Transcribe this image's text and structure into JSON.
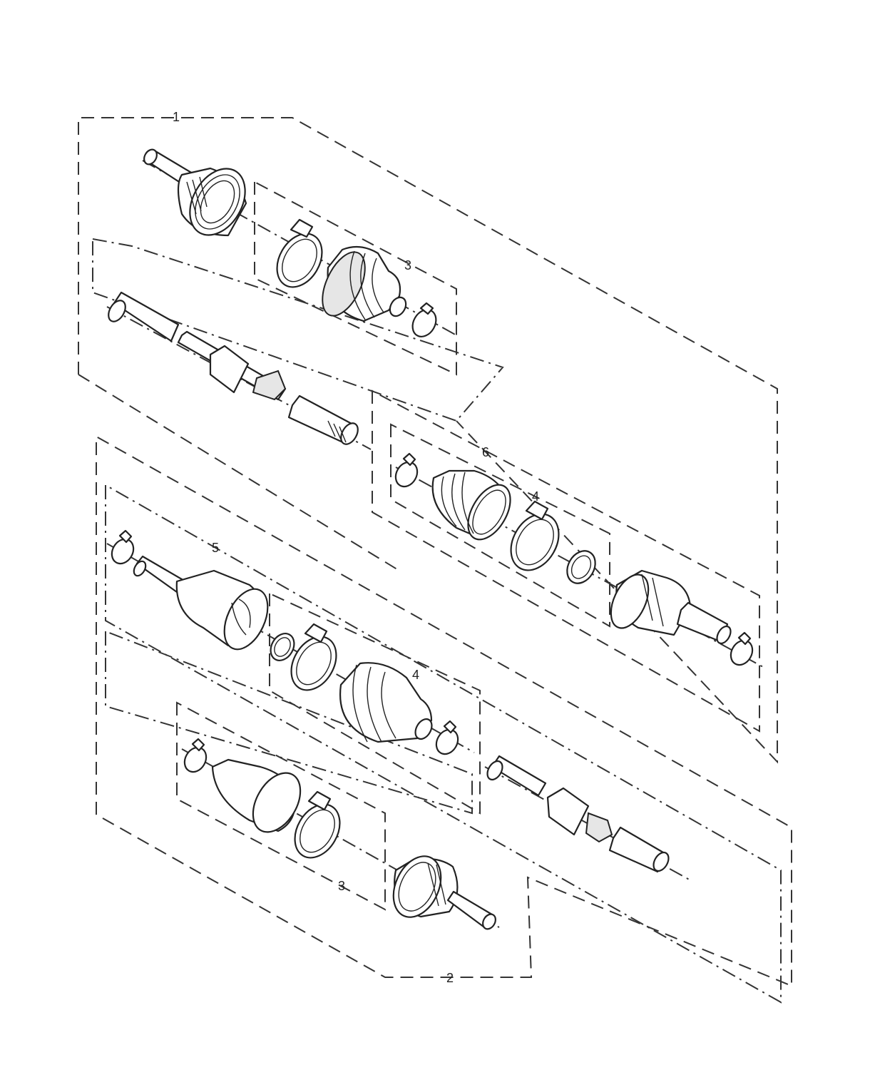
{
  "callouts": {
    "c1": "1",
    "c2": "2",
    "c3_upper": "3",
    "c3_lower": "3",
    "c4_upper": "4",
    "c4_lower": "4",
    "c5": "5",
    "c6": "6"
  }
}
